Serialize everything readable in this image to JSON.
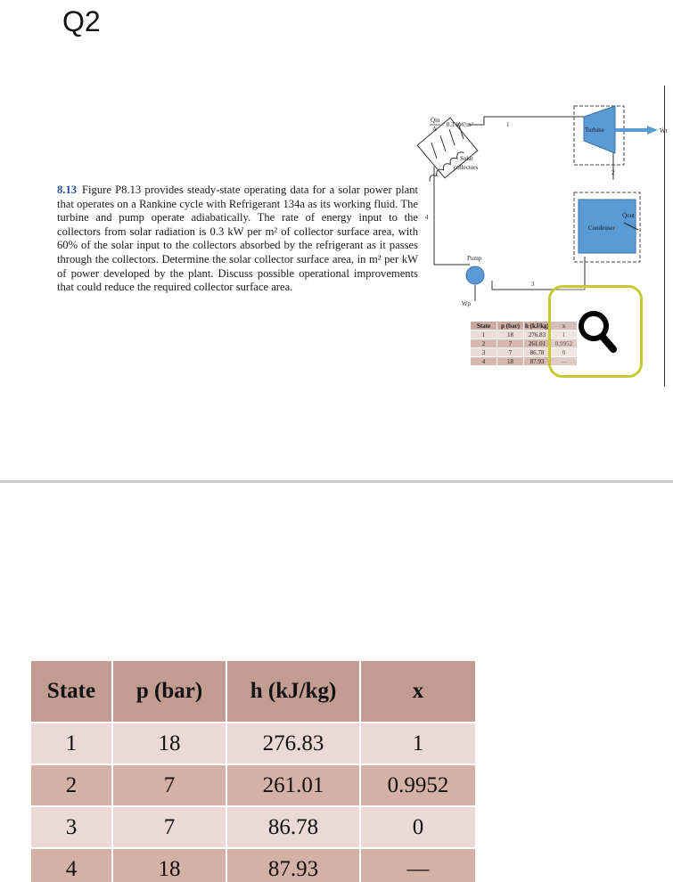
{
  "question_label": "Q2",
  "problem": {
    "number": "8.13",
    "text": "Figure P8.13 provides steady-state operating data for a solar power plant that operates on a Rankine cycle with Refrigerant 134a as its working fluid. The turbine and pump operate adiabatically. The rate of energy input to the collectors from solar radiation is 0.3 kW per m² of collector surface area, with 60% of the solar input to the collectors absorbed by the refrigerant as it passes through the collectors. Determine the solar collector surface area, in m² per kW of power developed by the plant. Discuss possible operational improvements that could reduce the required collector surface area."
  },
  "diagram": {
    "solar_input": "= 0.3 kW/m²",
    "q_in": "Q̇in",
    "area": "A",
    "solar_label_1": "Solar",
    "solar_label_2": "collectors",
    "turbine": "Turbine",
    "work_turbine": "Ẇt",
    "condenser": "Condenser",
    "q_out": "Q̇out",
    "pump": "Pump",
    "work_pump": "Ẇp",
    "states": [
      "1",
      "2",
      "3",
      "4"
    ]
  },
  "small_table": {
    "headers": [
      "State",
      "p (bar)",
      "h (kJ/kg)",
      "x"
    ],
    "rows": [
      [
        "1",
        "18",
        "276.83",
        "1"
      ],
      [
        "2",
        "7",
        "261.01",
        "0.9952"
      ],
      [
        "3",
        "7",
        "86.78",
        "0"
      ],
      [
        "4",
        "18",
        "87.93",
        "—"
      ]
    ]
  },
  "zoom": {
    "icon": "magnifier-icon"
  },
  "table": {
    "headers": [
      "State",
      "p (bar)",
      "h (kJ/kg)",
      "x"
    ],
    "rows": [
      [
        "1",
        "18",
        "276.83",
        "1"
      ],
      [
        "2",
        "7",
        "261.01",
        "0.9952"
      ],
      [
        "3",
        "7",
        "86.78",
        "0"
      ],
      [
        "4",
        "18",
        "87.93",
        "—"
      ]
    ]
  },
  "colors": {
    "accent": "#1f4e9c",
    "turbine": "#5b9bd5",
    "table_header": "#c29c92",
    "table_light": "#ead9d4",
    "table_dark": "#d4b0a6",
    "zoom_border": "#c8c832"
  }
}
